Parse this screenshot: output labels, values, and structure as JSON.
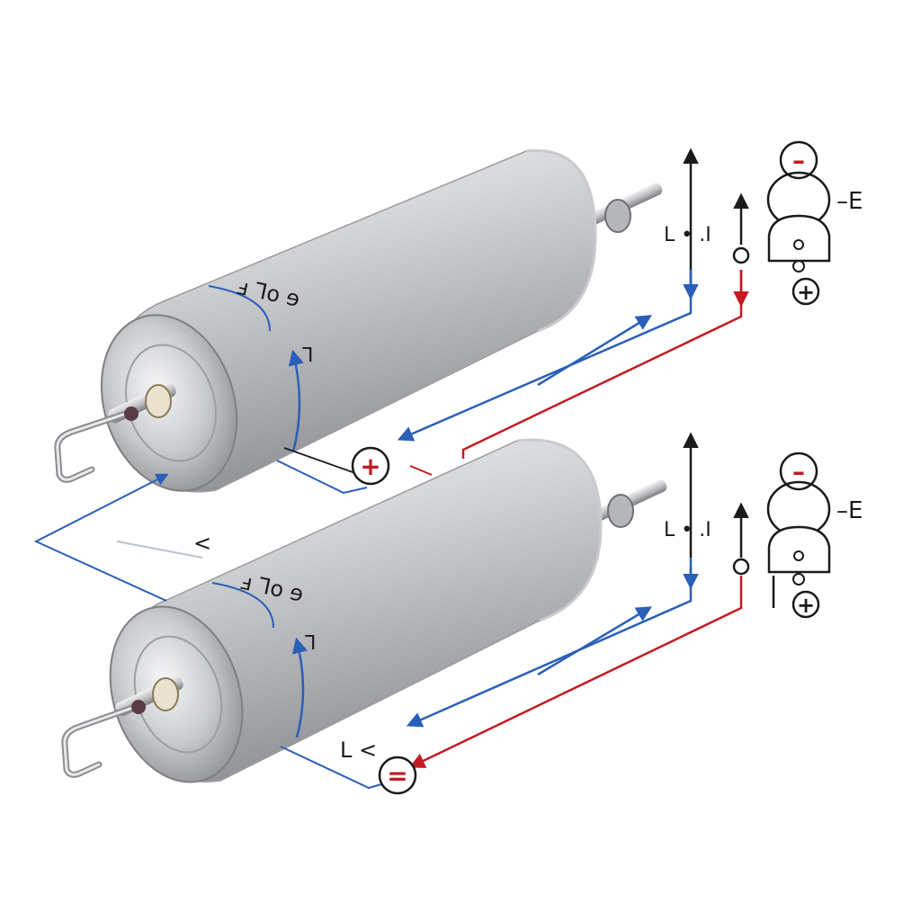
{
  "diagram": {
    "colors": {
      "blue_wire": "#2a5fb8",
      "red_wire": "#c41a22",
      "black": "#1a1a1a",
      "body_light": "#e6e7e9",
      "body_mid": "#b9bbbe",
      "body_dark": "#8a8c90"
    },
    "cylinders": [
      {
        "id": "top",
        "body_markings": "ⅎ Ꞁo ɘ",
        "side_mark": "ᒣ",
        "terminal_symbol": "+",
        "sensor_labels": {
          "left": "L • .I",
          "side": "–E",
          "top_symbol": "–",
          "bottom_symbol": "+"
        }
      },
      {
        "id": "bottom",
        "body_markings": "ⅎ Ꞁo ɘ",
        "side_mark": "ᒣ",
        "terminal_symbol": "=",
        "sensor_labels": {
          "left": "L • .I",
          "side": "–E",
          "top_symbol": "–",
          "bottom_symbol": "+"
        },
        "terminal_note": "L <"
      }
    ],
    "loose_mark": "<"
  }
}
